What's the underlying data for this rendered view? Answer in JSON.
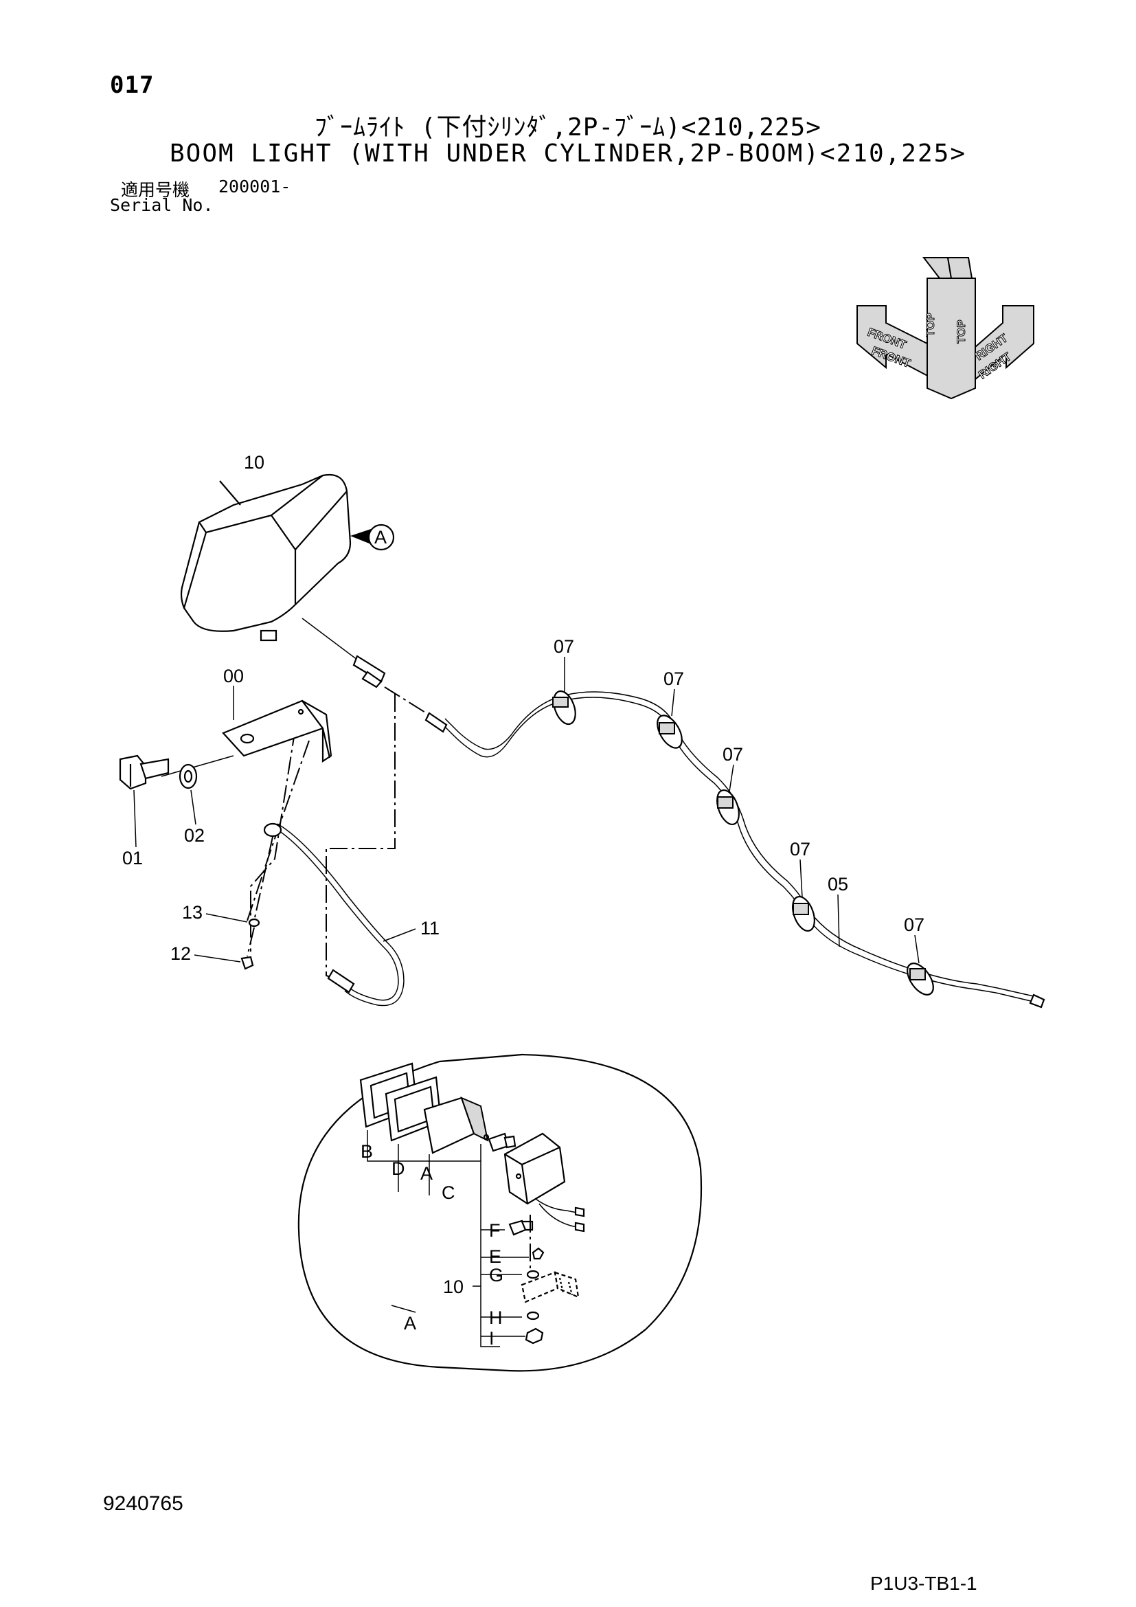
{
  "header": {
    "page_number": "017",
    "title_jp": "ﾌﾞｰﾑﾗｲﾄ (下付ｼﾘﾝﾀﾞ,2P-ﾌﾞｰﾑ)<210,225>",
    "title_en": "BOOM LIGHT (WITH UNDER CYLINDER,2P-BOOM)<210,225>",
    "serial_label_jp": "適用号機",
    "serial_value": "200001-",
    "serial_label_en": "Serial No."
  },
  "orientation_marker": {
    "top_1": "TOP",
    "top_2": "TOP",
    "front_1": "FRONT",
    "front_2": "FRONT",
    "right_1": "RIGHT",
    "right_2": "RIGHT"
  },
  "callouts": {
    "part_10": "10",
    "detail_ref": "A",
    "part_00": "00",
    "part_01": "01",
    "part_02": "02",
    "part_13": "13",
    "part_12": "12",
    "part_11": "11",
    "part_07_a": "07",
    "part_07_b": "07",
    "part_07_c": "07",
    "part_07_d": "07",
    "part_07_e": "07",
    "part_05": "05"
  },
  "detail_view": {
    "label": "A",
    "assembly_no": "10",
    "parts": [
      "B",
      "D",
      "A",
      "C",
      "F",
      "E",
      "G",
      "H",
      "I"
    ]
  },
  "footer": {
    "document_number": "9240765",
    "page_code": "P1U3-TB1-1"
  }
}
